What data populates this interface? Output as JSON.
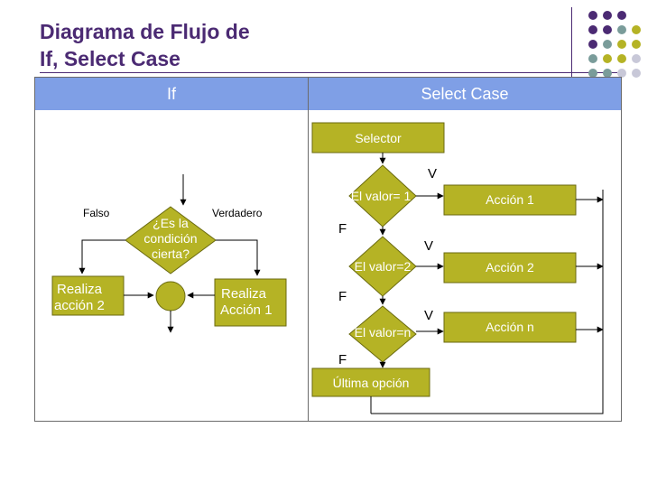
{
  "title": {
    "line1": "Diagrama de Flujo de",
    "line2": "If, Select Case"
  },
  "table": {
    "col_if": "If",
    "col_select": "Select Case"
  },
  "if_flow": {
    "condition_line1": "¿Es la",
    "condition_line2": "condición",
    "condition_line3": "cierta?",
    "false_label": "Falso",
    "true_label": "Verdadero",
    "action_false_line1": "Realiza",
    "action_false_line2": "acción 2",
    "action_true_line1": "Realiza",
    "action_true_line2": "Acción 1"
  },
  "select_flow": {
    "selector": "Selector",
    "cond1": "El valor= 1",
    "cond2": "El valor=2",
    "cond3": "El valor=n",
    "action1": "Acción 1",
    "action2": "Acción 2",
    "action3": "Acción n",
    "true_label": "V",
    "false_label": "F",
    "last_option": "Última opción"
  },
  "colors": {
    "title": "#4b2a73",
    "header": "#7f9fe6",
    "shape_fill": "#b5b325",
    "dot_purple": "#4b2a73",
    "dot_teal": "#7a9c9a",
    "dot_olive": "#b5b325",
    "dot_gray": "#c8c8d8"
  }
}
